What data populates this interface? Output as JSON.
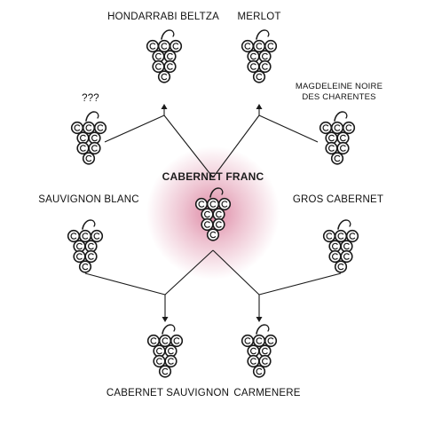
{
  "colors": {
    "line": "#1a1a1a",
    "highlight": "#c2285a",
    "background": "#ffffff"
  },
  "icons": {
    "grape_cluster": "grape-cluster-icon"
  },
  "varieties": {
    "center": "CABERNET FRANC",
    "grandparent_left": "HONDARRABI BELTZA",
    "grandparent_right": "MERLOT",
    "parent_left": "???",
    "parent_right_line1": "MAGDELEINE NOIRE",
    "parent_right_line2": "DES CHARENTES",
    "partner_left": "SAUVIGNON BLANC",
    "partner_right": "GROS CABERNET",
    "offspring_left": "CABERNET SAUVIGNON",
    "offspring_right": "CARMENERE"
  }
}
